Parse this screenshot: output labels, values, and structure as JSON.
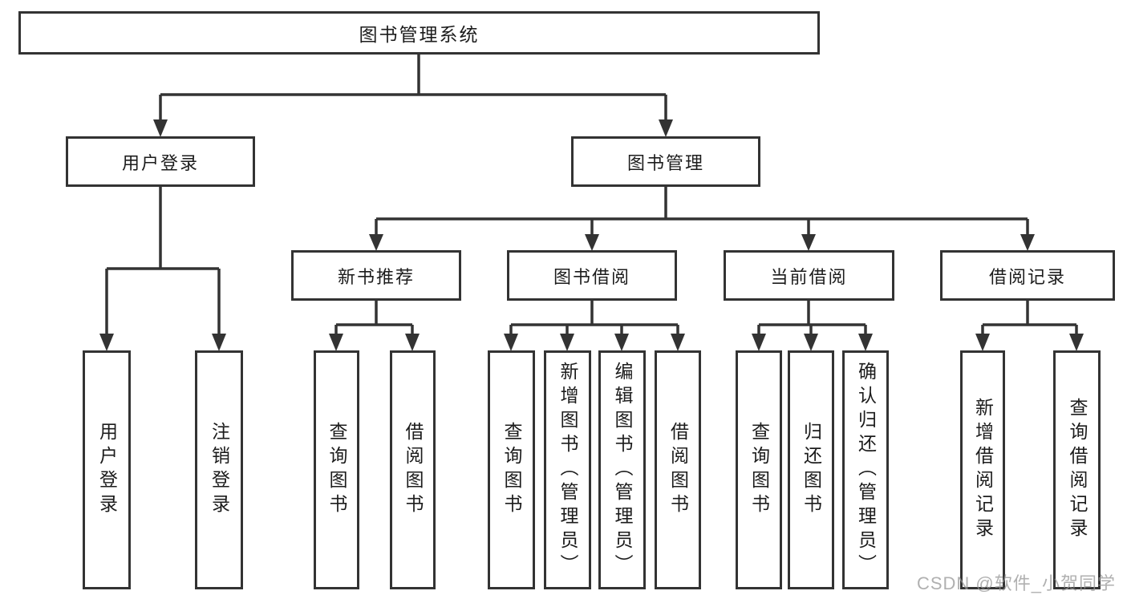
{
  "tree": {
    "root": {
      "label": "图书管理系统"
    },
    "branches": [
      {
        "label": "用户登录",
        "leaves": [
          {
            "label": "用户登录"
          },
          {
            "label": "注销登录"
          }
        ]
      },
      {
        "label": "图书管理",
        "children": [
          {
            "label": "新书推荐",
            "leaves": [
              {
                "label": "查询图书"
              },
              {
                "label": "借阅图书"
              }
            ]
          },
          {
            "label": "图书借阅",
            "leaves": [
              {
                "label": "查询图书"
              },
              {
                "label": "新增图书（管理员）"
              },
              {
                "label": "编辑图书（管理员）"
              },
              {
                "label": "借阅图书"
              }
            ]
          },
          {
            "label": "当前借阅",
            "leaves": [
              {
                "label": "查询图书"
              },
              {
                "label": "归还图书"
              },
              {
                "label": "确认归还（管理员）"
              }
            ]
          },
          {
            "label": "借阅记录",
            "leaves": [
              {
                "label": "新增借阅记录"
              },
              {
                "label": "查询借阅记录"
              }
            ]
          }
        ]
      }
    ]
  },
  "watermark": {
    "text": "CSDN @软件_小贺同学"
  },
  "colors": {
    "line": "#333333",
    "text": "#1c1c1c",
    "background": "#ffffff",
    "watermark": "#969696"
  }
}
